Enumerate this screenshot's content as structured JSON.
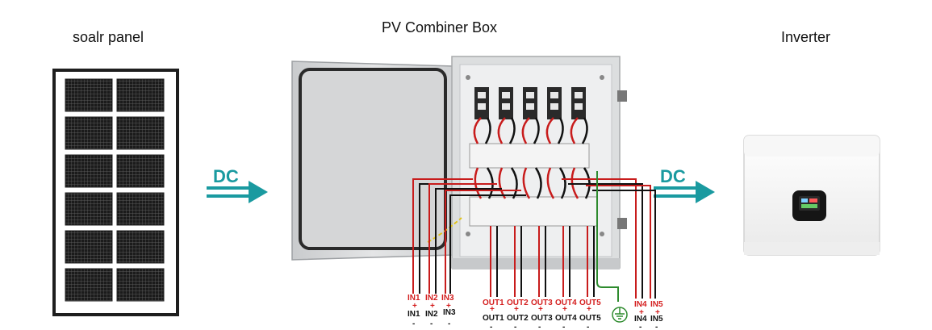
{
  "titles": {
    "solar_panel": "soalr panel",
    "combiner_box": "PV Combiner Box",
    "inverter": "Inverter"
  },
  "dc_labels": {
    "left": "DC",
    "right": "DC"
  },
  "inputs_left": [
    {
      "pos": "IN1",
      "plus": "+",
      "neg": "IN1",
      "minus": "-"
    },
    {
      "pos": "IN2",
      "plus": "+",
      "neg": "IN2",
      "minus": "-"
    },
    {
      "pos": "IN3",
      "plus": "+",
      "neg": "IN3",
      "minus": "-"
    }
  ],
  "outputs": [
    {
      "pos": "OUT1",
      "plus": "+",
      "neg": "OUT1",
      "minus": "-"
    },
    {
      "pos": "OUT2",
      "plus": "+",
      "neg": "OUT2",
      "minus": "-"
    },
    {
      "pos": "OUT3",
      "plus": "+",
      "neg": "OUT3",
      "minus": "-"
    },
    {
      "pos": "OUT4",
      "plus": "+",
      "neg": "OUT4",
      "minus": "-"
    },
    {
      "pos": "OUT5",
      "plus": "+",
      "neg": "OUT5",
      "minus": "-"
    }
  ],
  "inputs_right": [
    {
      "pos": "IN4",
      "plus": "+",
      "neg": "IN4",
      "minus": "-"
    },
    {
      "pos": "IN5",
      "plus": "+",
      "neg": "IN5",
      "minus": "-"
    }
  ],
  "colors": {
    "positive": "#d41e1e",
    "negative": "#111111",
    "dc_arrow": "#1a9aa0",
    "ground": "#2e8b2e"
  },
  "icons": [
    "solar-panel-icon",
    "combiner-box-icon",
    "inverter-icon",
    "ground-symbol-icon",
    "dc-arrow-icon"
  ]
}
